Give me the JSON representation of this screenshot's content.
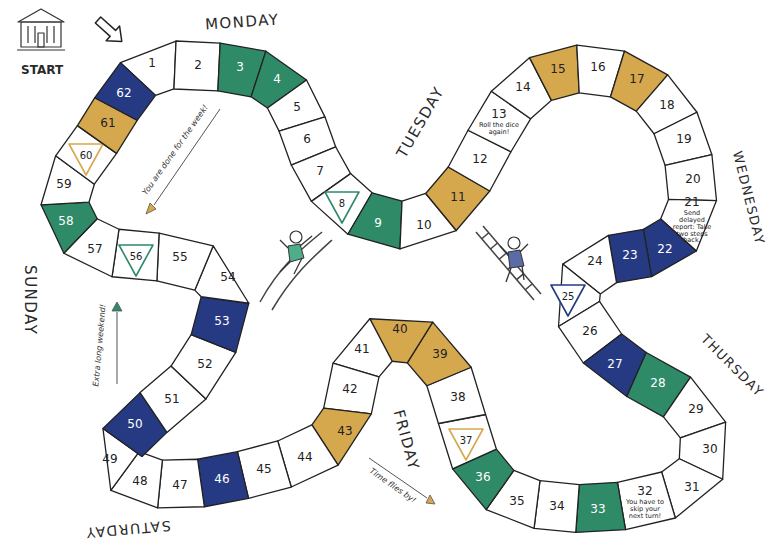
{
  "diagram": {
    "nodes": [
      {
        "text": [
          "1"
        ]
      },
      {
        "text": [
          "2"
        ]
      },
      {
        "text": [
          "3"
        ]
      },
      {
        "text": [
          "4"
        ]
      },
      {
        "text": [
          "5"
        ]
      },
      {
        "text": [
          "6"
        ]
      },
      {
        "text": [
          "7"
        ]
      },
      {
        "text": [
          "8"
        ]
      },
      {
        "text": [
          "9"
        ]
      },
      {
        "text": [
          "10"
        ]
      },
      {
        "text": [
          "11"
        ]
      },
      {
        "text": [
          "12"
        ]
      },
      {
        "text": [
          "13",
          "Roll the dice again!"
        ]
      },
      {
        "text": [
          "14"
        ]
      },
      {
        "text": [
          "15"
        ]
      },
      {
        "text": [
          "16"
        ]
      },
      {
        "text": [
          "17"
        ]
      },
      {
        "text": [
          "18"
        ]
      },
      {
        "text": [
          "19"
        ]
      },
      {
        "text": [
          "20"
        ]
      },
      {
        "text": [
          "21",
          "Send delayed report: Take two steps back."
        ]
      },
      {
        "text": [
          "22"
        ]
      },
      {
        "text": [
          "23"
        ]
      },
      {
        "text": [
          "24"
        ]
      },
      {
        "text": [
          "25"
        ]
      },
      {
        "text": [
          "26"
        ]
      },
      {
        "text": [
          "27"
        ]
      },
      {
        "text": [
          "28"
        ]
      },
      {
        "text": [
          "29"
        ]
      },
      {
        "text": [
          "30"
        ]
      },
      {
        "text": [
          "31"
        ]
      },
      {
        "text": [
          "32",
          "You have to skip your next turn!"
        ]
      },
      {
        "text": [
          "33"
        ]
      },
      {
        "text": [
          "34"
        ]
      },
      {
        "text": [
          "35"
        ]
      },
      {
        "text": [
          "36"
        ]
      },
      {
        "text": [
          "37"
        ]
      },
      {
        "text": [
          "38"
        ]
      },
      {
        "text": [
          "39"
        ]
      },
      {
        "text": [
          "40"
        ]
      },
      {
        "text": [
          "41"
        ]
      },
      {
        "text": [
          "42"
        ]
      },
      {
        "text": [
          "43"
        ]
      },
      {
        "text": [
          "44"
        ]
      },
      {
        "text": [
          "45"
        ]
      },
      {
        "text": [
          "46"
        ]
      },
      {
        "text": [
          "47"
        ]
      },
      {
        "text": [
          "48"
        ]
      },
      {
        "text": [
          "49"
        ]
      },
      {
        "text": [
          "50"
        ]
      },
      {
        "text": [
          "51"
        ]
      },
      {
        "text": [
          "52"
        ]
      },
      {
        "text": [
          "53"
        ]
      },
      {
        "text": [
          "54"
        ]
      },
      {
        "text": [
          "55"
        ]
      },
      {
        "text": [
          "56"
        ]
      },
      {
        "text": [
          "57"
        ]
      },
      {
        "text": [
          "58"
        ]
      },
      {
        "text": [
          "59"
        ]
      },
      {
        "text": [
          "60"
        ]
      },
      {
        "text": [
          "61"
        ]
      },
      {
        "text": [
          "62"
        ]
      }
    ],
    "labels": [
      "START",
      "MONDAY",
      "TUESDAY",
      "WEDNESDAY",
      "THURSDAY",
      "FRIDAY",
      "SATURDAY",
      "SUNDAY",
      "You are done for the week!",
      "Extra long weekend!",
      "Time flies by!"
    ]
  }
}
